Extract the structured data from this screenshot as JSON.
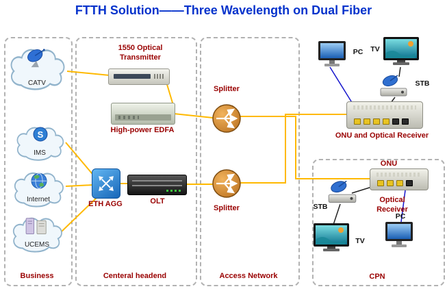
{
  "title": "FTTH Solution——Three Wavelength on Dual Fiber",
  "colors": {
    "title": "#0633cc",
    "label": "#990000",
    "fiber_line": "#ffb900",
    "copper_line": "#222222",
    "data_line": "#1414cc"
  },
  "icons": {
    "ims_glyph": "S"
  },
  "sections": {
    "business": {
      "label": "Business",
      "clouds": [
        {
          "label": "CATV"
        },
        {
          "label": "IMS"
        },
        {
          "label": "Internet"
        },
        {
          "label": "UCEMS"
        }
      ]
    },
    "headend": {
      "label": "Centeral headend",
      "transmitter_label": "1550 Optical Transmitter",
      "edfa_label": "High-power EDFA",
      "eth_agg_label": "ETH AGG",
      "olt_label": "OLT"
    },
    "access": {
      "label": "Access Network",
      "splitter_top_label": "Splitter",
      "splitter_bottom_label": "Splitter"
    },
    "onu_area": {
      "label": "ONU and Optical Receiver",
      "pc_label": "PC",
      "tv_label": "TV",
      "stb_label": "STB"
    },
    "cpn": {
      "label": "CPN",
      "onu_label": "ONU",
      "stb_label": "STB",
      "optical_receiver_label": "Optical Receiver",
      "tv_label": "TV",
      "pc_label": "PC"
    }
  }
}
